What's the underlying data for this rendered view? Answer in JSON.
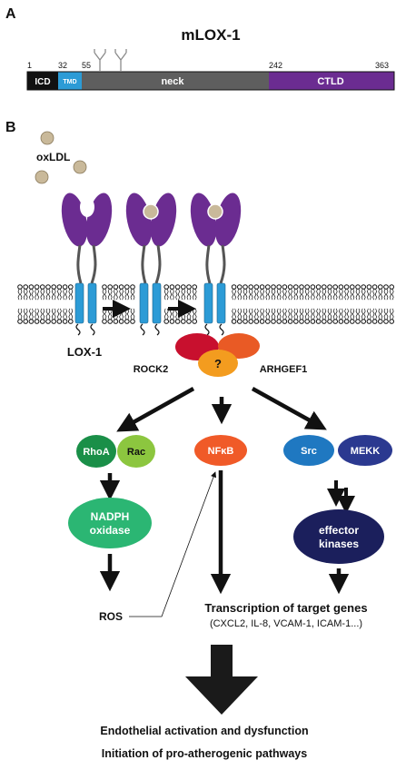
{
  "panel_a": {
    "letter": "A",
    "title": "mLOX-1",
    "positions": [
      "1",
      "32",
      "55",
      "242",
      "363"
    ],
    "domains": [
      {
        "label": "ICD",
        "color": "#111111"
      },
      {
        "label": "TMD",
        "color": "#2c9bd6"
      },
      {
        "label": "neck",
        "color": "#5e5e5e"
      },
      {
        "label": "CTLD",
        "color": "#6b2c91"
      }
    ],
    "glycosylation_icon": "glycan-fork-icon"
  },
  "panel_b": {
    "letter": "B",
    "ligand": "oxLDL",
    "receptor": "LOX-1",
    "unknown_mark": "?",
    "partners": [
      "ROCK2",
      "ARHGEF1"
    ],
    "colors": {
      "ctld": "#6b2c91",
      "tmd": "#2c9bd6",
      "oxldl": "#c9b99a",
      "rock2": "#c8102e",
      "arhgef1": "#e95a25",
      "unknown": "#f39c1f",
      "rhoa": "#1a8f48",
      "rac": "#8cc63f",
      "nfkb": "#f05a28",
      "src": "#1f78c1",
      "mekk": "#2b3990",
      "nadph": "#2bb673",
      "effector": "#1b1f5c"
    },
    "nodes": {
      "rhoa": "RhoA",
      "rac": "Rac",
      "nfkb": "NFκB",
      "src": "Src",
      "mekk": "MEKK",
      "nadph_line1": "NADPH",
      "nadph_line2": "oxidase",
      "effector_line1": "effector",
      "effector_line2": "kinases",
      "ros": "ROS"
    },
    "transcription": "Transcription of target genes",
    "targets": "(CXCL2, IL-8, VCAM-1, ICAM-1...)",
    "outcome_line1": "Endothelial activation and dysfunction",
    "outcome_line2": "Initiation of pro-atherogenic pathways"
  }
}
